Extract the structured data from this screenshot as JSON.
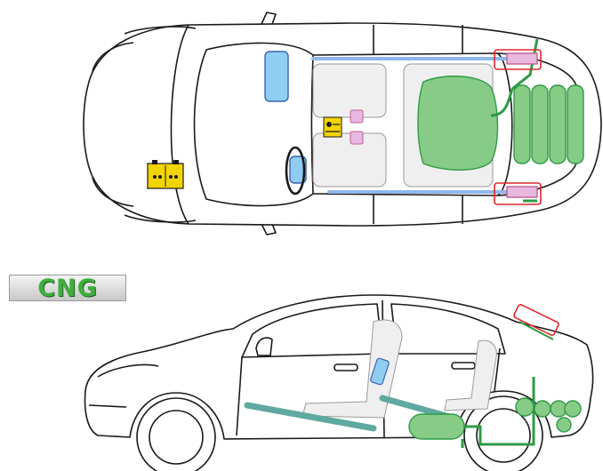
{
  "fuel_type": "CNG",
  "colors": {
    "outline": "#1a1a1a",
    "gas_component": "#86cc86",
    "gas_line": "#2f9a45",
    "airbag": "#8fcdf2",
    "airbag_stroke": "#3a63b0",
    "battery": "#f2d400",
    "high_pressure_mark": "#e0262b",
    "sensor": "#e8b8e0",
    "seat": "#efefef",
    "sill_reinforcement": "#5fa9a0",
    "roof_rail": "#8fb7e8"
  },
  "icons": {
    "battery": "battery-icon",
    "ecu": "control-unit-icon"
  },
  "views": [
    "top-view",
    "side-view"
  ]
}
